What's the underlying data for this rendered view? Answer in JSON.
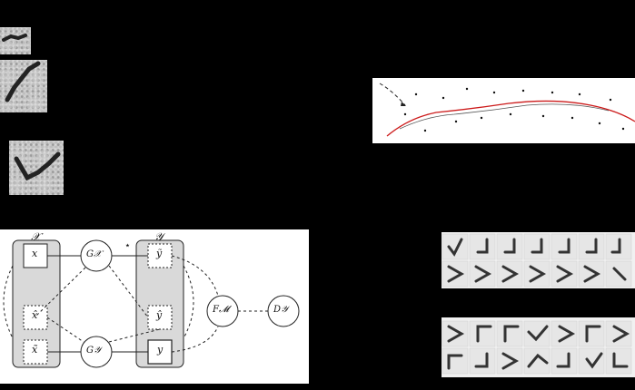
{
  "colors": {
    "background": "#000000",
    "panel": "#ffffff",
    "curve_red": "#cc1a1a",
    "box_fill": "#d9d9d9",
    "stroke": "#222222"
  },
  "diagram": {
    "domain_x_label": "𝒳",
    "domain_y_label": "𝒴",
    "node_x": "x",
    "node_x_hat": "x̂",
    "node_x_tilde": "x̃",
    "node_y_tilde": "ỹ",
    "node_y_hat": "ŷ",
    "node_y": "y",
    "gen_x": "G𝒳",
    "gen_y": "G𝒴",
    "feature_m": "F𝓜",
    "discrim_y": "D𝒴",
    "star": "⋆"
  }
}
